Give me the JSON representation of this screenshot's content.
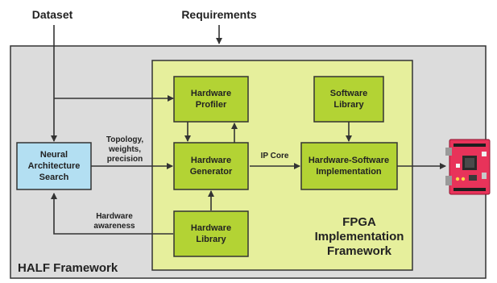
{
  "inputs": {
    "dataset": "Dataset",
    "requirements": "Requirements"
  },
  "half_framework": {
    "label": "HALF Framework"
  },
  "fpga_framework": {
    "line1": "FPGA",
    "line2": "Implementation",
    "line3": "Framework"
  },
  "nas_box": {
    "line1": "Neural",
    "line2": "Architecture",
    "line3": "Search"
  },
  "hardware_profiler": {
    "line1": "Hardware",
    "line2": "Profiler"
  },
  "hardware_generator": {
    "line1": "Hardware",
    "line2": "Generator"
  },
  "hardware_library": {
    "line1": "Hardware",
    "line2": "Library"
  },
  "software_library": {
    "line1": "Software",
    "line2": "Library"
  },
  "hw_sw_impl": {
    "line1": "Hardware-Software",
    "line2": "Implementation"
  },
  "edge_labels": {
    "topology_1": "Topology,",
    "topology_2": "weights,",
    "topology_3": "precision",
    "ip_core": "IP Core",
    "hw_awareness_1": "Hardware",
    "hw_awareness_2": "awareness"
  },
  "colors": {
    "outer_fill": "#dcdcdc",
    "fpga_fill": "#e6ef9c",
    "module_fill": "#b3d334",
    "nas_fill": "#b3dff2",
    "board_red": "#e8335a",
    "stroke": "#333333"
  },
  "icons": {
    "board": "fpga-board-icon"
  }
}
